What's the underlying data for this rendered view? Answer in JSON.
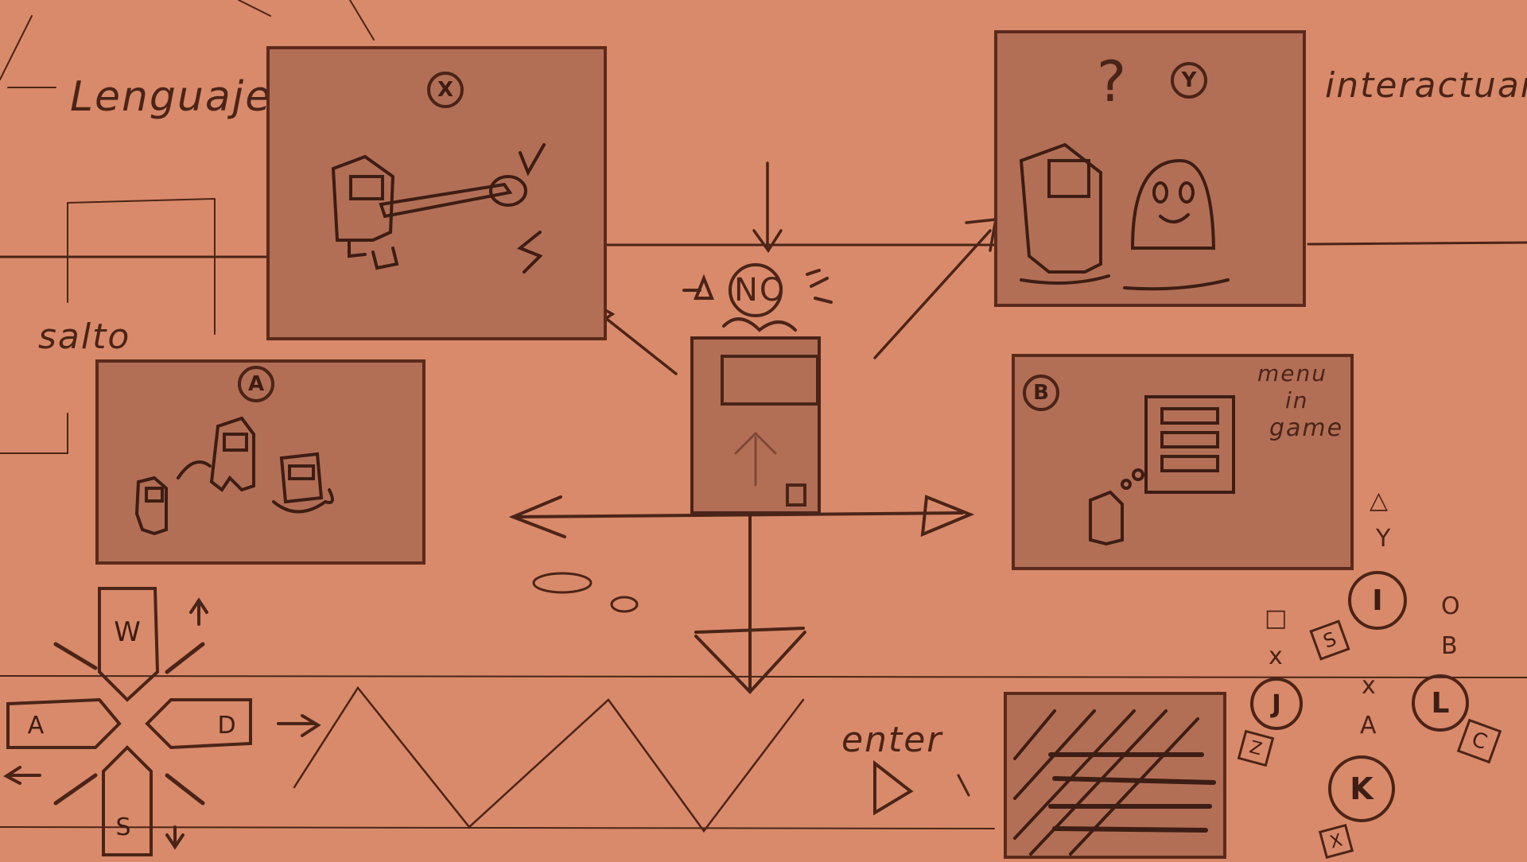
{
  "labels": {
    "language": "Lenguaje",
    "jump": "salto",
    "interact": "interactuar",
    "menu_line1": "menu",
    "menu_line2": "in",
    "menu_line3": "game",
    "enter": "enter"
  },
  "panels": {
    "language": {
      "button": "X",
      "icon": "tongue-attack-icon"
    },
    "jump": {
      "button": "A",
      "icon": "jump-icon"
    },
    "interact": {
      "button": "Y",
      "icon": "ghost-npc-icon"
    },
    "menu": {
      "button": "B",
      "icon": "menu-icon"
    }
  },
  "center_character": {
    "head_text": "NO",
    "icon": "player-character-icon"
  },
  "keyboard": {
    "up": "W",
    "left": "A",
    "right": "D",
    "down": "S"
  },
  "gamepad": {
    "top_button": "I",
    "top_label": "Y",
    "top_symbol": "△",
    "top_key": "S",
    "left_button": "J",
    "left_label": "x",
    "left_symbol": "□",
    "left_key": "Z",
    "right_button": "L",
    "right_label": "B",
    "right_symbol": "O",
    "right_key": "C",
    "bottom_button": "K",
    "bottom_label": "A",
    "bottom_symbol": "x",
    "bottom_key": "X",
    "center_x": "x"
  },
  "colors": {
    "background": "#d98a6a",
    "panel": "#b26f56",
    "ink": "#4a2418"
  }
}
